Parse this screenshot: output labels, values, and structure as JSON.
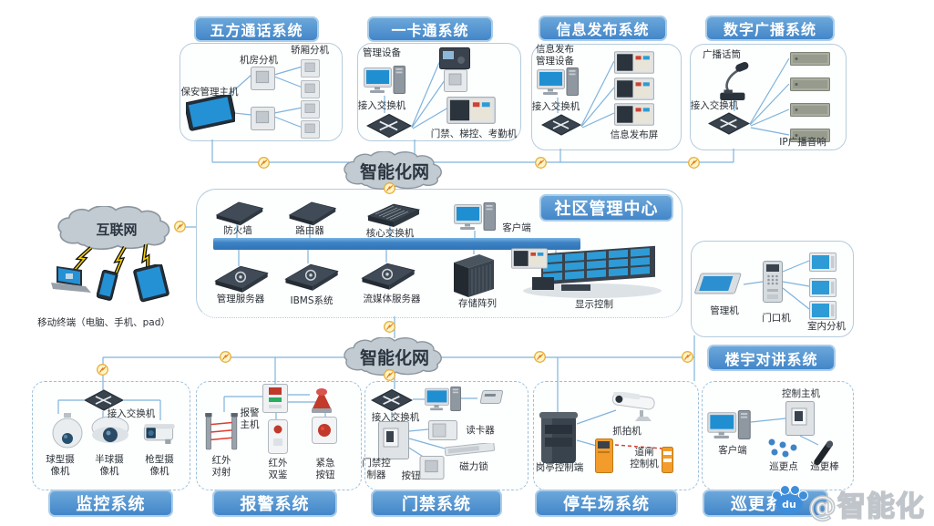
{
  "watermark": {
    "handle": "@智能化",
    "badge": "du"
  },
  "clouds": {
    "top": "智能化网",
    "bottom": "智能化网",
    "internet": "互联网"
  },
  "mobile_terminal_label": "移动终端（电脑、手机、pad）",
  "systems": {
    "five_party": {
      "title": "五方通话系统",
      "security_host": "保安管理主机",
      "room_extension": "机房分机",
      "cabin_extension": "轿厢分机"
    },
    "one_card": {
      "title": "一卡通系统",
      "management_device": "管理设备",
      "access_switch": "接入交换机",
      "terminals": "门禁、梯控、考勤机"
    },
    "info_publish": {
      "title": "信息发布系统",
      "management_device": "信息发布\n管理设备",
      "access_switch": "接入交换机",
      "screens": "信息发布屏"
    },
    "broadcast": {
      "title": "数字广播系统",
      "microphone": "广播话筒",
      "access_switch": "接入交换机",
      "speakers": "IP广播音响"
    },
    "center": {
      "title": "社区管理中心",
      "firewall": "防火墙",
      "router": "路由器",
      "core_switch": "核心交换机",
      "client": "客户端",
      "mgmt_server": "管理服务器",
      "ibms": "IBMS系统",
      "media_server": "流媒体服务器",
      "storage": "存储阵列",
      "display": "显示控制"
    },
    "intercom": {
      "title": "楼宇对讲系统",
      "manager": "管理机",
      "door_station": "门口机",
      "indoor_units": "室内分机"
    },
    "cctv": {
      "title": "监控系统",
      "access_switch": "接入交换机",
      "ball": "球型摄\n像机",
      "dome": "半球摄\n像机",
      "bullet": "枪型摄\n像机"
    },
    "alarm": {
      "title": "报警系统",
      "host": "报警\n主机",
      "ir_beam": "红外\n对射",
      "ir_dual": "红外\n双鉴",
      "panic": "紧急\n按钮"
    },
    "door": {
      "title": "门禁系统",
      "access_switch": "接入交换机",
      "controller": "门禁控\n制器",
      "reader": "读卡器",
      "button": "按钮",
      "maglock": "磁力锁"
    },
    "parking": {
      "title": "停车场系统",
      "booth": "岗亭控制端",
      "capture": "抓拍机",
      "barrier": "道闸\n控制机"
    },
    "patrol": {
      "title": "巡更系统",
      "client": "客户端",
      "host": "控制主机",
      "points": "巡更点",
      "wand": "巡更棒"
    }
  }
}
